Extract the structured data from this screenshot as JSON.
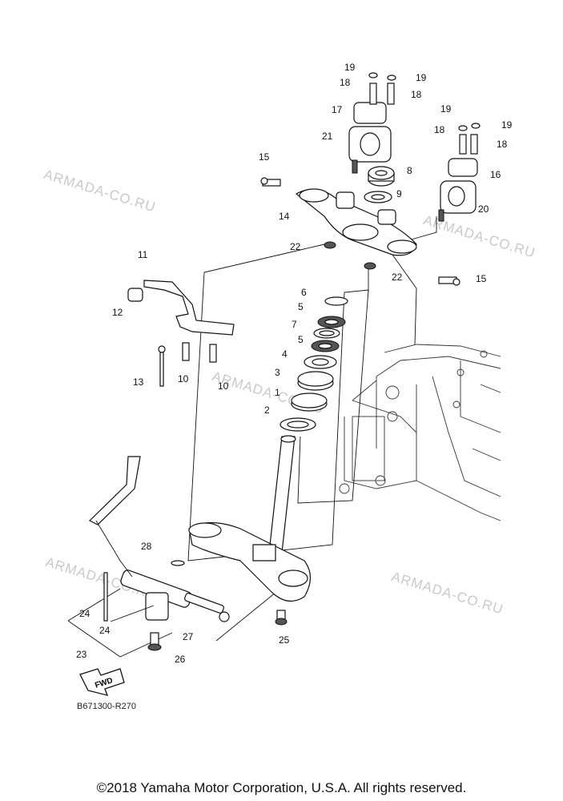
{
  "watermark": "ARMADA-CO.RU",
  "diagram_code": "B671300-R270",
  "fwd_label": "FWD",
  "copyright": "©2018 Yamaha Motor Corporation, U.S.A. All rights reserved.",
  "callouts": [
    "1",
    "2",
    "3",
    "4",
    "5",
    "5",
    "6",
    "7",
    "8",
    "9",
    "10",
    "10",
    "11",
    "12",
    "13",
    "14",
    "15",
    "15",
    "16",
    "17",
    "18",
    "18",
    "18",
    "18",
    "19",
    "19",
    "19",
    "19",
    "20",
    "21",
    "22",
    "22",
    "23",
    "24",
    "24",
    "25",
    "26",
    "27",
    "28"
  ]
}
